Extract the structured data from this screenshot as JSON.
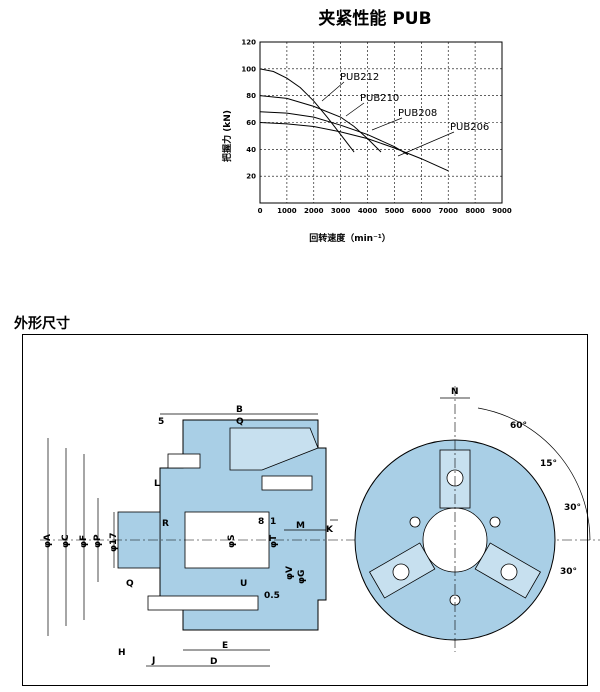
{
  "chart_data": {
    "type": "line",
    "title": "夹紧性能 PUB",
    "xlabel": "回转速度（min⁻¹）",
    "ylabel": "把握力 (kN)",
    "xlim": [
      0,
      9000
    ],
    "ylim": [
      0,
      120
    ],
    "xticks": [
      "0",
      "1000",
      "2000",
      "3000",
      "4000",
      "5000",
      "6000",
      "7000",
      "8000",
      "9000"
    ],
    "yticks": [
      "20",
      "40",
      "60",
      "80",
      "100",
      "120"
    ],
    "grid": true,
    "series": [
      {
        "name": "PUB212",
        "x": [
          0,
          500,
          1000,
          1500,
          2000,
          2500,
          3000,
          3500
        ],
        "y": [
          100,
          98,
          93,
          86,
          76,
          64,
          51,
          38
        ]
      },
      {
        "name": "PUB210",
        "x": [
          0,
          1000,
          2000,
          3000,
          3500,
          4000,
          4500
        ],
        "y": [
          80,
          78,
          72,
          64,
          57,
          48,
          38
        ]
      },
      {
        "name": "PUB208",
        "x": [
          0,
          1000,
          2000,
          3000,
          4000,
          5000,
          5500
        ],
        "y": [
          68,
          67,
          64,
          58,
          51,
          42,
          36
        ]
      },
      {
        "name": "PUB206",
        "x": [
          0,
          1000,
          2000,
          3000,
          4000,
          5000,
          6000,
          7000
        ],
        "y": [
          60,
          59,
          57,
          53,
          48,
          41,
          33,
          24
        ]
      }
    ]
  },
  "drawing": {
    "section_title": "外形尺寸",
    "labels": {
      "B": "B",
      "Q": "Q",
      "S5": "5",
      "L": "L",
      "R": "R",
      "phi_S": "φS",
      "T8": "8",
      "one": "1",
      "phi_T": "φT",
      "M": "M",
      "K": "K",
      "phi_A": "φA",
      "phi_C": "φC",
      "phi_F": "φF",
      "phi_P": "φP",
      "phi_17": "φ17",
      "phi_V": "φV",
      "phi_G": "φG",
      "U": "U",
      "Q2": "Q",
      "d05": "0.5",
      "H": "H",
      "J": "J",
      "D": "D",
      "E": "E",
      "N": "N",
      "a60": "60°",
      "a15": "15°",
      "a30a": "30°",
      "a30b": "30°"
    }
  }
}
